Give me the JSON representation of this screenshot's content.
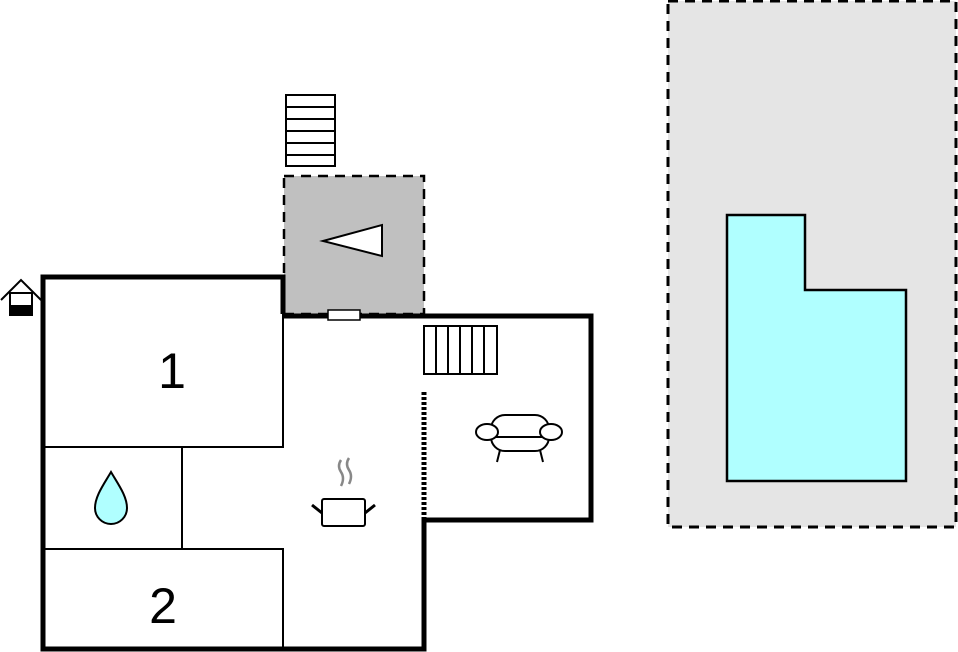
{
  "floorplan": {
    "rooms": [
      {
        "id": "bedroom-1",
        "label": "1"
      },
      {
        "id": "bedroom-2",
        "label": "2"
      }
    ],
    "icons": {
      "entrance": "house-entrance-icon",
      "stairs_top": "stairs-icon",
      "terrace_arrow": "triangle-arrow-icon",
      "window": "window-icon",
      "stairs_inner": "stairs-icon",
      "sofa": "sofa-icon",
      "kitchen": "cooking-pot-icon",
      "bathroom": "water-drop-icon",
      "pool": "swimming-pool"
    },
    "colors": {
      "wall": "#000000",
      "terrace": "#c0c0c0",
      "garden": "#e5e5e5",
      "pool": "#b0ffff",
      "drop": "#b0ffff",
      "steam": "#888888"
    }
  }
}
